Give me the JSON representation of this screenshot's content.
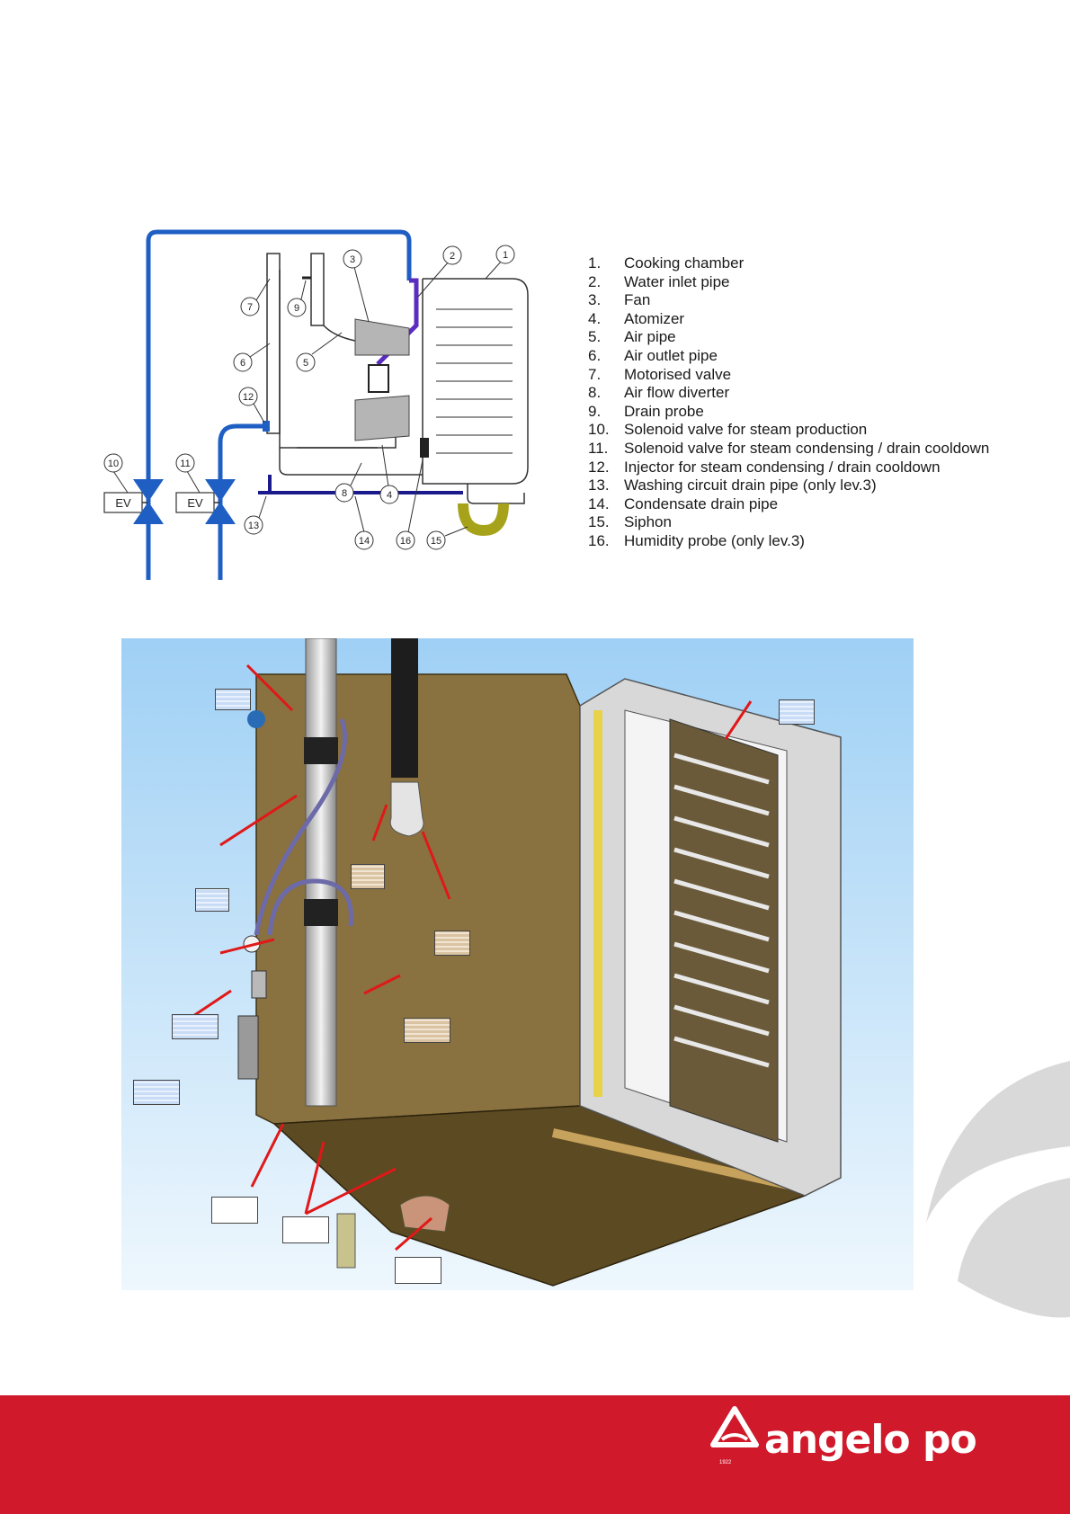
{
  "legend": [
    {
      "number": "1.",
      "label": "Cooking chamber"
    },
    {
      "number": "2.",
      "label": "Water inlet pipe"
    },
    {
      "number": "3.",
      "label": "Fan"
    },
    {
      "number": "4.",
      "label": "Atomizer"
    },
    {
      "number": "5.",
      "label": "Air pipe"
    },
    {
      "number": "6.",
      "label": "Air outlet pipe"
    },
    {
      "number": "7.",
      "label": "Motorised valve"
    },
    {
      "number": "8.",
      "label": "Air flow diverter"
    },
    {
      "number": "9.",
      "label": "Drain probe"
    },
    {
      "number": "10.",
      "label": "Solenoid valve for steam production"
    },
    {
      "number": "11.",
      "label": "Solenoid valve for steam condensing / drain cooldown"
    },
    {
      "number": "12.",
      "label": "Injector for steam condensing / drain cooldown"
    },
    {
      "number": "13.",
      "label": "Washing circuit drain pipe (only lev.3)"
    },
    {
      "number": "14.",
      "label": "Condensate drain pipe"
    },
    {
      "number": "15.",
      "label": "Siphon"
    },
    {
      "number": "16.",
      "label": "Humidity probe (only lev.3)"
    }
  ],
  "schematic": {
    "ev_label_left": "EV",
    "ev_label_right": "EV",
    "callouts": [
      "1",
      "2",
      "3",
      "4",
      "5",
      "6",
      "7",
      "8",
      "9",
      "10",
      "11",
      "12",
      "13",
      "14",
      "15",
      "16"
    ]
  },
  "brand": {
    "name": "angelo po",
    "tagline": "1922"
  },
  "colors": {
    "footer": "#d0192b",
    "water_pipe": "#1f5fc4",
    "drain_pipe": "#1a1a8c",
    "inlet_pipe": "#5b2cc0",
    "siphon": "#a6a31a",
    "render_sky_top": "#9fd0f5",
    "render_sky_bottom": "#eef7fd",
    "panel": "#8a7140"
  }
}
